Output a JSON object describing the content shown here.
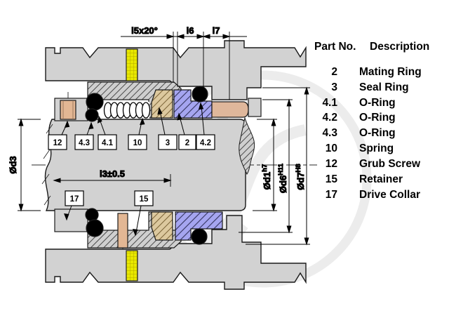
{
  "drawing": {
    "title_hint": "mechanical seal cross-section",
    "dims": {
      "l5": "l5x20°",
      "l6": "l6",
      "l7": "l7",
      "l3": "l3±0.5",
      "d3": "Ød3",
      "d1": {
        "base": "Ød1",
        "tol": "h7"
      },
      "d6": {
        "base": "Ød6",
        "tol": "H11"
      },
      "d7": {
        "base": "Ød7",
        "tol": "H8"
      }
    },
    "callouts": {
      "c12": "12",
      "c43": "4.3",
      "c41": "4.1",
      "c10": "10",
      "c3": "3",
      "c2": "2",
      "c42": "4.2",
      "c17": "17",
      "c15": "15"
    },
    "colors": {
      "part_gray": "#d2d2d2",
      "hatch_line": "#4a4a4a",
      "seal_ring_tan": "#dcc89e",
      "mating_ring_purple": "#a5a5f0",
      "gasket_yellow": "#e8e800",
      "pin_copper": "#e3b794",
      "oring_black": "#000000",
      "watermark_gray": "#ececec",
      "outline": "#1a1a1a"
    }
  },
  "parts_table": {
    "headers": {
      "part": "Part No.",
      "desc": "Description"
    },
    "rows": [
      {
        "part": "2",
        "desc": "Mating Ring"
      },
      {
        "part": "3",
        "desc": "Seal Ring"
      },
      {
        "part": "4.1",
        "desc": "O-Ring"
      },
      {
        "part": "4.2",
        "desc": "O-Ring"
      },
      {
        "part": "4.3",
        "desc": "O-Ring"
      },
      {
        "part": "10",
        "desc": "Spring"
      },
      {
        "part": "12",
        "desc": "Grub Screw"
      },
      {
        "part": "15",
        "desc": "Retainer"
      },
      {
        "part": "17",
        "desc": "Drive Collar"
      }
    ]
  }
}
